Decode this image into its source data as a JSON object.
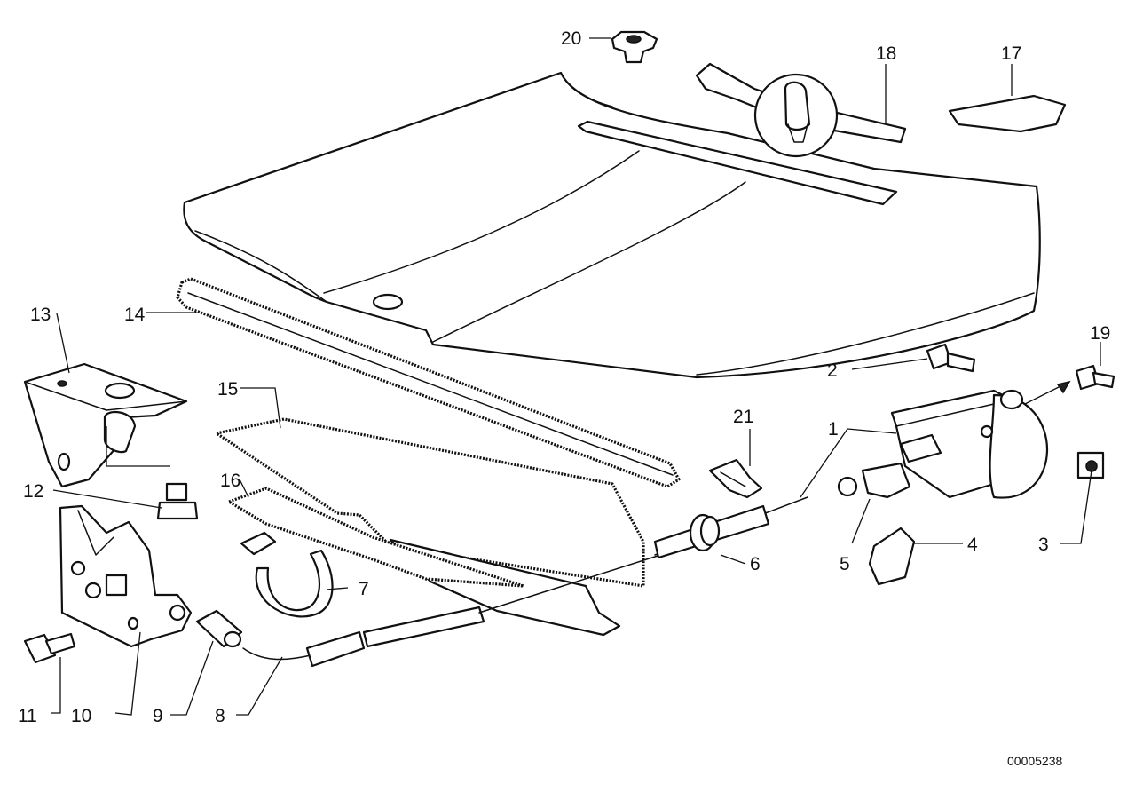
{
  "diagram": {
    "document_number": "00005238",
    "callouts": [
      {
        "id": "1",
        "text": "1"
      },
      {
        "id": "2",
        "text": "2"
      },
      {
        "id": "3",
        "text": "3"
      },
      {
        "id": "4",
        "text": "4"
      },
      {
        "id": "5",
        "text": "5"
      },
      {
        "id": "6",
        "text": "6"
      },
      {
        "id": "7",
        "text": "7"
      },
      {
        "id": "8",
        "text": "8"
      },
      {
        "id": "9",
        "text": "9"
      },
      {
        "id": "10",
        "text": "10"
      },
      {
        "id": "11",
        "text": "11"
      },
      {
        "id": "12",
        "text": "12"
      },
      {
        "id": "13",
        "text": "13"
      },
      {
        "id": "14",
        "text": "14"
      },
      {
        "id": "15",
        "text": "15"
      },
      {
        "id": "16",
        "text": "16"
      },
      {
        "id": "17",
        "text": "17"
      },
      {
        "id": "18",
        "text": "18"
      },
      {
        "id": "19",
        "text": "19"
      },
      {
        "id": "20",
        "text": "20"
      },
      {
        "id": "21",
        "text": "21"
      }
    ]
  }
}
